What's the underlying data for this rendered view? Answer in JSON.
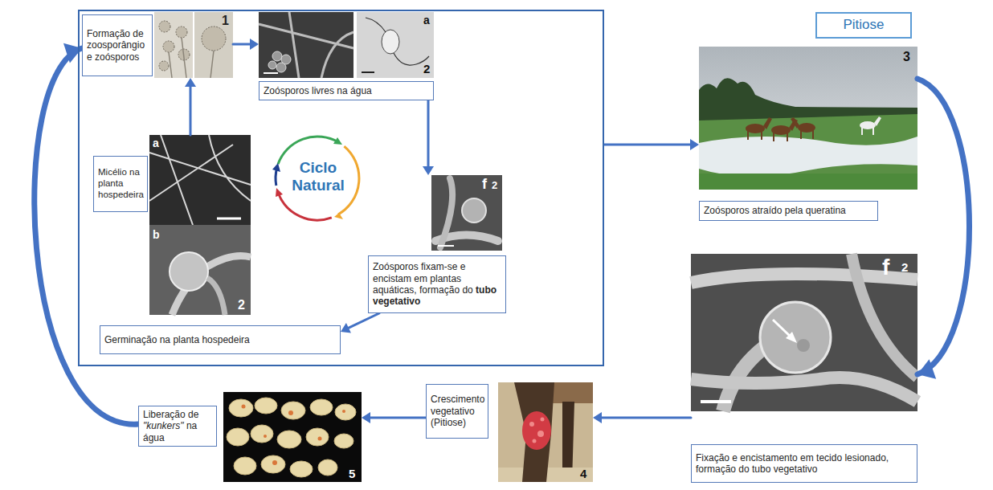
{
  "diagram": {
    "nodes": [
      {
        "text": [
          "Ciclo Natural"
        ]
      },
      {
        "text": [
          "Formação de zoosporângio e zoósporos"
        ],
        "in": 0
      },
      {
        "text": [
          "Zoósporos livres na água"
        ],
        "in": 0
      },
      {
        "text": [
          "Zoósporos fixam-se e encistam em plantas aquáticas, formação do tubo vegetativo"
        ],
        "in": 0
      },
      {
        "text": [
          "Micélio na planta hospedeira"
        ],
        "in": 0
      },
      {
        "text": [
          "Germinação na planta hospedeira"
        ],
        "in": 0
      },
      {
        "text": [
          "Pitiose"
        ]
      },
      {
        "text": [
          "Zoósporos atraído pela queratina"
        ]
      },
      {
        "text": [
          "Fixação e encistamento em tecido lesionado, formação do tubo vegetativo"
        ]
      },
      {
        "text": [
          "Crescimento vegetativo (Pitiose)"
        ]
      },
      {
        "text": [
          "Liberação de \"kunkers\" na água"
        ]
      }
    ],
    "edges": [
      {
        "from": 1,
        "to": 2,
        "arrow": "to"
      },
      {
        "from": 2,
        "to": 3,
        "arrow": "to"
      },
      {
        "from": 3,
        "to": 5,
        "arrow": "to"
      },
      {
        "from": 4,
        "to": 1,
        "arrow": "to"
      },
      {
        "from": 0,
        "to": 7,
        "arrow": "to"
      },
      {
        "from": 7,
        "to": 8,
        "arrow": "to"
      },
      {
        "from": 8,
        "to": 9,
        "arrow": "to"
      },
      {
        "from": 9,
        "to": 10,
        "arrow": "to"
      },
      {
        "from": 10,
        "to": 1,
        "arrow": "to"
      }
    ],
    "labels": [
      "1",
      "a",
      "2",
      "f",
      "2",
      "a",
      "b",
      "2",
      "3",
      "f",
      "2",
      "4",
      "5"
    ]
  }
}
